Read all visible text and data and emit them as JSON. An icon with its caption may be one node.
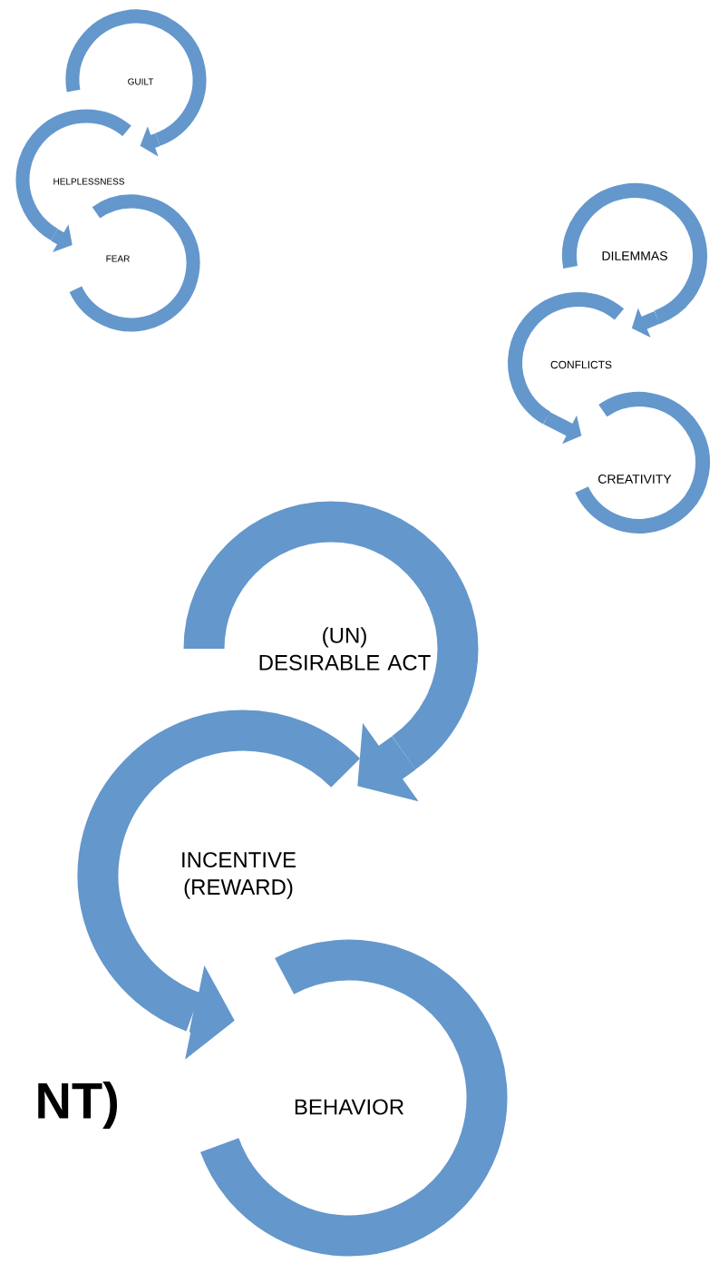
{
  "diagram": {
    "nodes": [
      {
        "text": [
          "GUILT"
        ]
      },
      {
        "text": [
          "HELPLESSNESS"
        ]
      },
      {
        "text": [
          "FEAR"
        ]
      },
      {
        "text": [
          "DILEMMAS"
        ]
      },
      {
        "text": [
          "CONFLICTS"
        ]
      },
      {
        "text": [
          "CREATIVITY"
        ]
      },
      {
        "text": [
          "(UN) DESIRABLE ACT"
        ]
      },
      {
        "text": [
          "INCENTIVE (REWARD)"
        ]
      },
      {
        "text": [
          "BEHAVIOR"
        ]
      }
    ],
    "edges": [
      {
        "from": 0,
        "to": 1,
        "arrow": "to"
      },
      {
        "from": 1,
        "to": 2,
        "arrow": "to"
      },
      {
        "from": 3,
        "to": 4,
        "arrow": "to"
      },
      {
        "from": 4,
        "to": 5,
        "arrow": "to"
      },
      {
        "from": 6,
        "to": 7,
        "arrow": "to",
        "style": "thick"
      },
      {
        "from": 7,
        "to": 8,
        "arrow": "to",
        "style": "thick"
      }
    ],
    "labels": [
      "NT)"
    ]
  }
}
